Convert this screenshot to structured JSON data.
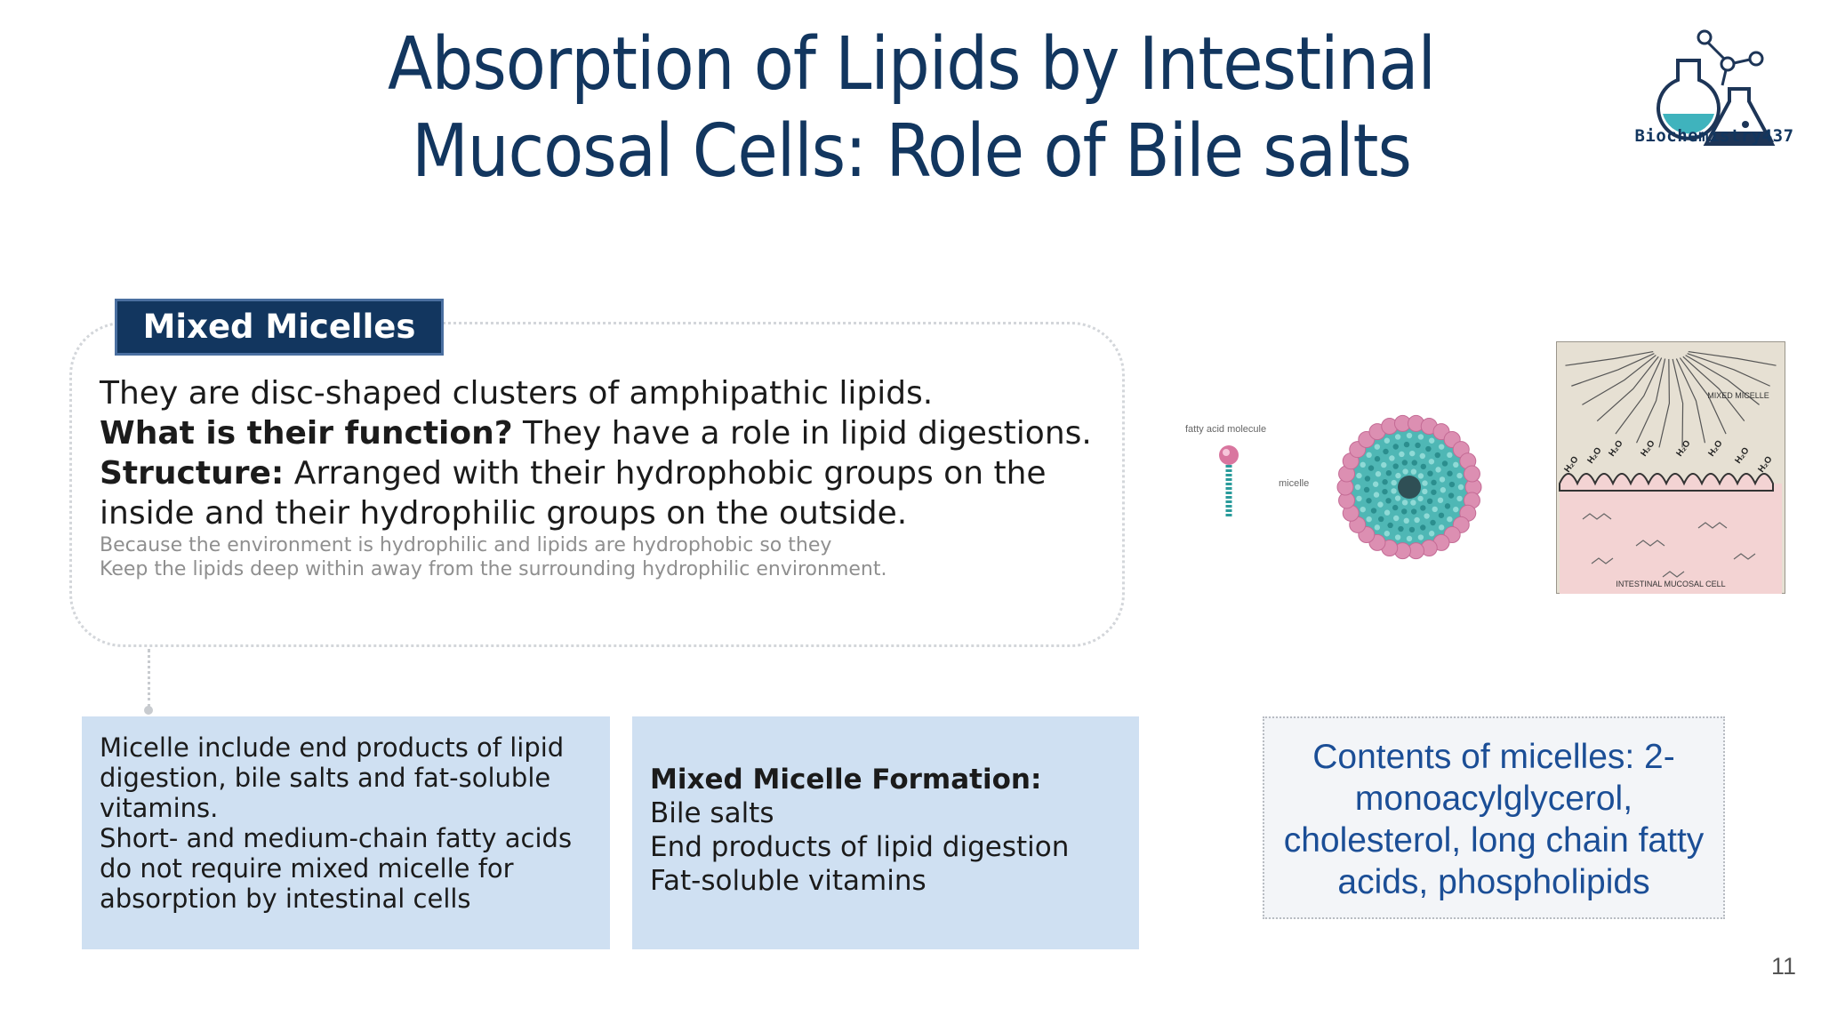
{
  "slide": {
    "title_line1": "Absorption of Lipids by Intestinal",
    "title_line2": "Mucosal Cells: Role of Bile salts",
    "logo_text": "Biochemistry437",
    "page_number": "11"
  },
  "mixed_micelles": {
    "header": "Mixed Micelles",
    "line1": "They are disc-shaped clusters of amphipathic lipids.",
    "function_label": "What is their function?",
    "function_text": " They have a role in lipid digestions.",
    "structure_label": "Structure:",
    "structure_text": " Arranged with their hydrophobic groups on the inside and their hydrophilic groups on the outside.",
    "note_line1": "Because the environment is hydrophilic and lipids are hydrophobic so they",
    "note_line2": "Keep the lipids deep within away from the surrounding hydrophilic environment."
  },
  "box_left": {
    "line1": "Micelle include end products of lipid digestion, bile salts and fat-soluble vitamins.",
    "line2": "Short- and medium-chain fatty acids do not require mixed micelle for absorption by intestinal cells"
  },
  "box_middle": {
    "heading": "Mixed Micelle Formation:",
    "items": [
      "Bile salts",
      "End products of lipid digestion",
      "Fat-soluble vitamins"
    ]
  },
  "contents_box": {
    "text": "Contents of micelles: 2-monoacylglycerol, cholesterol, long chain fatty acids, phospholipids"
  },
  "diagram_micelle": {
    "label_fatty_acid": "fatty acid molecule",
    "label_micelle": "micelle"
  },
  "diagram_mucosa": {
    "label_top": "MIXED MICELLE",
    "label_bottom": "INTESTINAL MUCOSAL CELL",
    "water_label": "H₂O"
  },
  "colors": {
    "title": "#12365f",
    "header_bg": "#12365f",
    "blue_box": "#cfe0f2",
    "contents_text": "#1b4e96"
  },
  "icons": [
    "flask-logo-icon"
  ]
}
